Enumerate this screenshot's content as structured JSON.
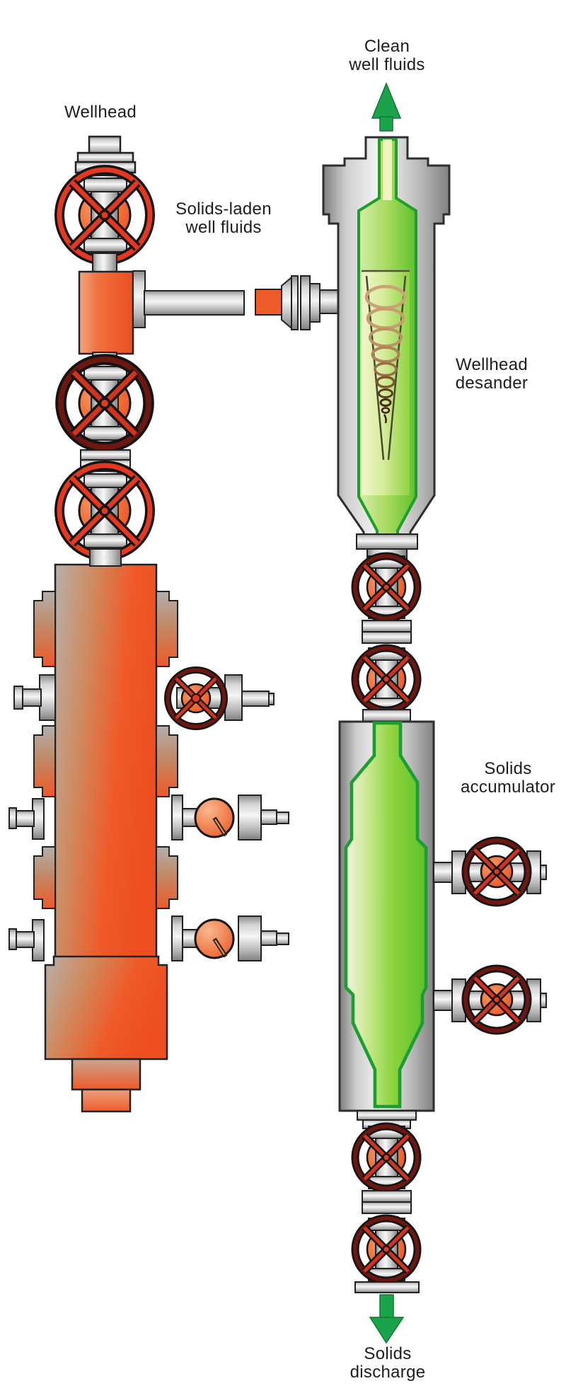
{
  "diagram": {
    "labels": {
      "wellhead": "Wellhead",
      "solids_laden": {
        "line1": "Solids-laden",
        "line2": "well fluids"
      },
      "clean_fluids": {
        "line1": "Clean",
        "line2": "well fluids"
      },
      "desander": {
        "line1": "Wellhead",
        "line2": "desander"
      },
      "accumulator": {
        "line1": "Solids",
        "line2": "accumulator"
      },
      "discharge": {
        "line1": "Solids",
        "line2": "discharge"
      }
    },
    "flow": {
      "clean_well_fluids_direction": "up",
      "solids_discharge_direction": "down"
    },
    "colors": {
      "valve_wheel_red": "#e6381f",
      "valve_wheel_dark_rim": "#6e1710",
      "valve_hub_orange": "#ee4f20",
      "wellhead_orange": "#ef5a28",
      "clean_fluid_green": "#7cc832",
      "green_border": "#1b9e31",
      "flow_arrow_green": "#1ba34b",
      "solids_brown": "#a18e7e",
      "vessel_gray": "#c9c9c9",
      "label_text": "#1d1d1d"
    }
  }
}
